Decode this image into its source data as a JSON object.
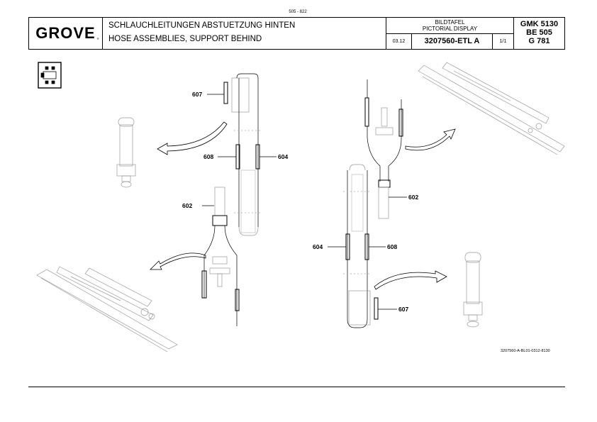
{
  "header": {
    "page_number": "505 - 822",
    "logo": "GROVE",
    "logo_reg": "®",
    "title_de": "SCHLAUCHLEITUNGEN ABSTUETZUNG HINTEN",
    "title_en": "HOSE ASSEMBLIES, SUPPORT BEHIND",
    "pictorial_de": "BILDTAFEL",
    "pictorial_en": "PICTORIAL DISPLAY",
    "date": "03.12",
    "document_number": "3207560-ETL A",
    "sheet": "1/1",
    "model_line1": "GMK 5130",
    "model_line2": "BE 505",
    "model_line3": "G 781"
  },
  "callouts": {
    "left": {
      "c607": "607",
      "c608": "608",
      "c604": "604",
      "c602": "602"
    },
    "right": {
      "c602": "602",
      "c604": "604",
      "c608": "608",
      "c607": "607"
    }
  },
  "drawing_reference": "3207560-A-BL01-0312-8130",
  "icons": [
    "crane-outrigger-position-icon",
    "arrow-icon"
  ]
}
